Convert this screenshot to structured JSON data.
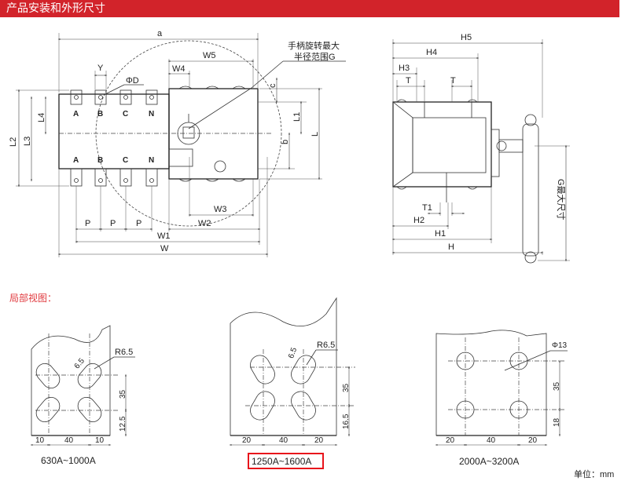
{
  "header": {
    "title": "产品安装和外形尺寸",
    "color": "#d2232a"
  },
  "front_view": {
    "dims": {
      "a": "a",
      "w5": "W5",
      "w4": "W4",
      "y": "Y",
      "phid": "ΦD",
      "c": "c",
      "l1": "L1",
      "b": "b",
      "l": "L",
      "l2": "L2",
      "l3": "L3",
      "l4": "L4",
      "w3": "W3",
      "w2": "W2",
      "p": "P",
      "w1": "W1",
      "w": "W"
    },
    "handle_note_line1": "手柄旋转最大",
    "handle_note_line2": "半径范围G",
    "poles": [
      "A",
      "B",
      "C",
      "N"
    ]
  },
  "side_view": {
    "dims": {
      "h5": "H5",
      "h4": "H4",
      "h3": "H3",
      "t": "T",
      "t1": "T1",
      "h2": "H2",
      "h1": "H1",
      "h": "H"
    },
    "g_note": "G最大尺寸"
  },
  "detail": {
    "title": "局部视图：",
    "panels": [
      {
        "label": "630A~1000A",
        "r": "R6.5",
        "slot": "6.5",
        "v1": "35",
        "v2": "12.5",
        "h": [
          "10",
          "40",
          "10"
        ]
      },
      {
        "label": "1250A~1600A",
        "r": "R6.5",
        "slot": "6.5",
        "v1": "35",
        "v2": "16.5",
        "h": [
          "20",
          "40",
          "20"
        ],
        "highlighted": true
      },
      {
        "label": "2000A~3200A",
        "phi": "Φ13",
        "v1": "35",
        "v2": "18",
        "h": [
          "20",
          "40",
          "20"
        ]
      }
    ],
    "unit": "单位：mm",
    "highlight_color": "#e8141b"
  }
}
